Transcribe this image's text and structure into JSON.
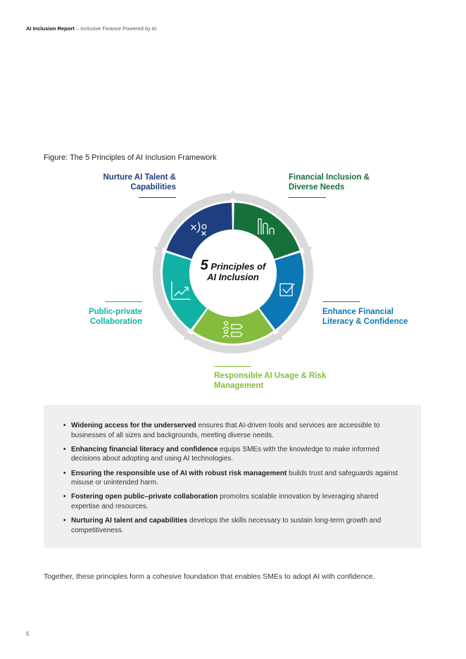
{
  "header": {
    "report_title": "AI Inclusion Report",
    "report_subtitle": " – Inclusive Finance Powered by AI"
  },
  "figure": {
    "title": "Figure: The 5 Principles of AI Inclusion Framework",
    "center_number": "5",
    "center_line1": " Principles of",
    "center_line2": "AI Inclusion",
    "segments": [
      {
        "label_line1": "Nurture AI Talent &",
        "label_line2": "Capabilities",
        "color": "#1d3e7f",
        "icon": "strategy-icon"
      },
      {
        "label_line1": "Financial Inclusion &",
        "label_line2": "Diverse Needs",
        "color": "#16703a",
        "icon": "bar-growth-icon"
      },
      {
        "label_line1": "Enhance Financial",
        "label_line2": "Literacy & Confidence",
        "color": "#0b77b4",
        "icon": "checkbox-icon"
      },
      {
        "label_line1": "Responsible AI Usage & Risk",
        "label_line2": "Management",
        "color": "#86bc3e",
        "icon": "people-flow-icon"
      },
      {
        "label_line1": "Public-private",
        "label_line2": "Collaboration",
        "color": "#12b1a6",
        "icon": "chart-trend-icon"
      }
    ]
  },
  "principles": [
    {
      "bold": "Widening access for the underserved",
      "text": " ensures that AI-driven tools and services are accessible to businesses of all sizes and backgrounds, meeting diverse needs."
    },
    {
      "bold": "Enhancing financial literacy and confidence",
      "text": " equips SMEs with the knowledge to make informed decisions about adopting and using AI technologies."
    },
    {
      "bold": "Ensuring the responsible use of AI with robust risk management",
      "text": " builds trust and safeguards against misuse or unintended harm."
    },
    {
      "bold": "Fostering open public–private collaboration",
      "text": " promotes scalable innovation by leveraging shared expertise and resources."
    },
    {
      "bold": "Nurturing AI talent and capabilities",
      "text": "  develops the skills necessary to sustain long-term growth and competitiveness."
    }
  ],
  "closing": "Together, these principles form a cohesive foundation that enables SMEs to adopt AI with confidence.",
  "page_number": "5"
}
